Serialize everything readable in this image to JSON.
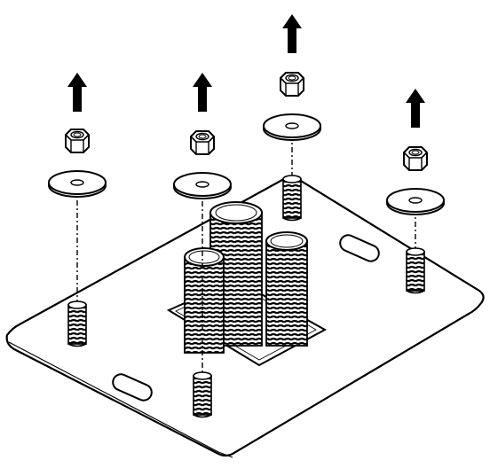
{
  "figure": {
    "background": "#ffffff",
    "ink": "#000000",
    "groups": [
      {
        "name": "left-bolt-group",
        "label": ""
      },
      {
        "name": "front-bolt-group",
        "label": ""
      },
      {
        "name": "back-bolt-group",
        "label": ""
      },
      {
        "name": "right-bolt-group",
        "label": ""
      }
    ],
    "parts": [
      "arrow-up-icon",
      "hex-nut",
      "flat-washer",
      "threaded-stud",
      "mounting-plate",
      "spring-stack",
      "slot-hole"
    ]
  }
}
